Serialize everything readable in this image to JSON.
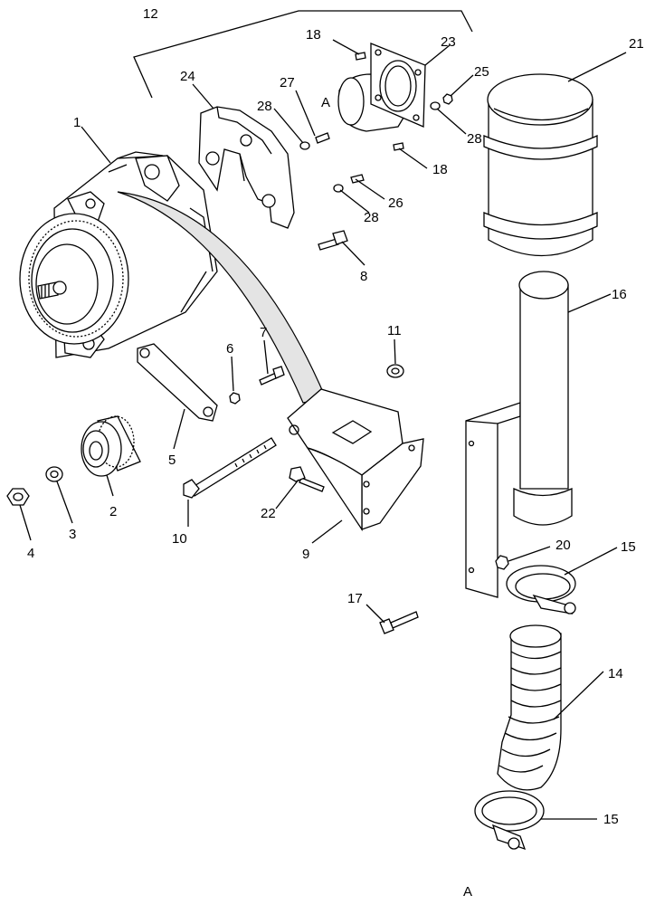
{
  "diagram": {
    "callouts": [
      {
        "id": "c1",
        "text": "1"
      },
      {
        "id": "c2",
        "text": "2"
      },
      {
        "id": "c3",
        "text": "3"
      },
      {
        "id": "c4",
        "text": "4"
      },
      {
        "id": "c5",
        "text": "5"
      },
      {
        "id": "c6",
        "text": "6"
      },
      {
        "id": "c7",
        "text": "7"
      },
      {
        "id": "c8",
        "text": "8"
      },
      {
        "id": "c9",
        "text": "9"
      },
      {
        "id": "c10",
        "text": "10"
      },
      {
        "id": "c11",
        "text": "11"
      },
      {
        "id": "c12",
        "text": "12"
      },
      {
        "id": "c14",
        "text": "14"
      },
      {
        "id": "c15a",
        "text": "15"
      },
      {
        "id": "c15b",
        "text": "15"
      },
      {
        "id": "c16",
        "text": "16"
      },
      {
        "id": "c17",
        "text": "17"
      },
      {
        "id": "c18a",
        "text": "18"
      },
      {
        "id": "c18b",
        "text": "18"
      },
      {
        "id": "c20",
        "text": "20"
      },
      {
        "id": "c21",
        "text": "21"
      },
      {
        "id": "c22",
        "text": "22"
      },
      {
        "id": "c23",
        "text": "23"
      },
      {
        "id": "c24",
        "text": "24"
      },
      {
        "id": "c25",
        "text": "25"
      },
      {
        "id": "c26",
        "text": "26"
      },
      {
        "id": "c27",
        "text": "27"
      },
      {
        "id": "c28a",
        "text": "28"
      },
      {
        "id": "c28b",
        "text": "28"
      },
      {
        "id": "c28c",
        "text": "28"
      }
    ],
    "detail_marker": "A",
    "view_label": "A"
  }
}
